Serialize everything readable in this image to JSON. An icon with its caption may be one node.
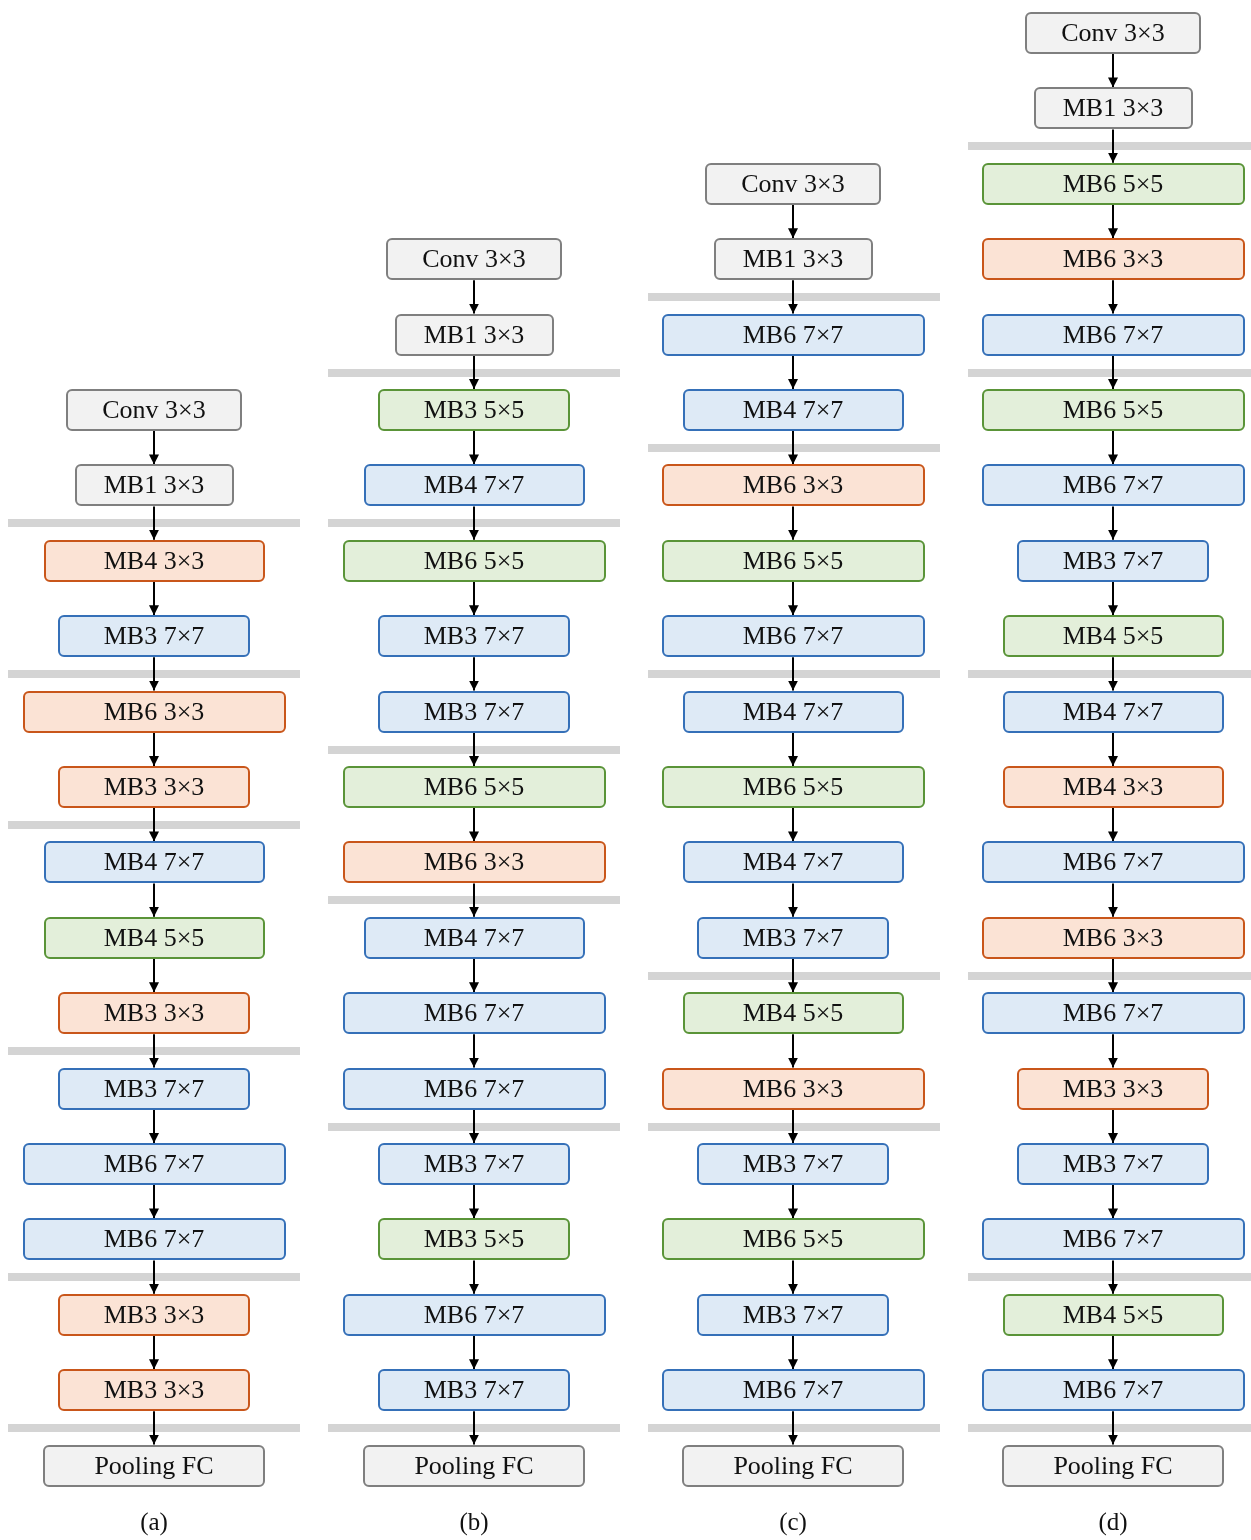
{
  "diagram": {
    "nodes": [
      {
        "text": [
          "Conv 3×3"
        ]
      },
      {
        "text": [
          "MB1 3×3"
        ]
      },
      {
        "text": [
          "MB4 3×3"
        ]
      },
      {
        "text": [
          "MB3 7×7"
        ]
      },
      {
        "text": [
          "MB6 3×3"
        ]
      },
      {
        "text": [
          "MB3 3×3"
        ]
      },
      {
        "text": [
          "MB4 7×7"
        ]
      },
      {
        "text": [
          "MB4 5×5"
        ]
      },
      {
        "text": [
          "MB3 3×3"
        ]
      },
      {
        "text": [
          "MB3 7×7"
        ]
      },
      {
        "text": [
          "MB6 7×7"
        ]
      },
      {
        "text": [
          "MB6 7×7"
        ]
      },
      {
        "text": [
          "MB3 3×3"
        ]
      },
      {
        "text": [
          "MB3 3×3"
        ]
      },
      {
        "text": [
          "Pooling FC"
        ]
      },
      {
        "text": [
          "Conv 3×3"
        ]
      },
      {
        "text": [
          "MB1 3×3"
        ]
      },
      {
        "text": [
          "MB3 5×5"
        ]
      },
      {
        "text": [
          "MB4 7×7"
        ]
      },
      {
        "text": [
          "MB6 5×5"
        ]
      },
      {
        "text": [
          "MB3 7×7"
        ]
      },
      {
        "text": [
          "MB3 7×7"
        ]
      },
      {
        "text": [
          "MB6 5×5"
        ]
      },
      {
        "text": [
          "MB6 3×3"
        ]
      },
      {
        "text": [
          "MB4 7×7"
        ]
      },
      {
        "text": [
          "MB6 7×7"
        ]
      },
      {
        "text": [
          "MB6 7×7"
        ]
      },
      {
        "text": [
          "MB3 7×7"
        ]
      },
      {
        "text": [
          "MB3 5×5"
        ]
      },
      {
        "text": [
          "MB6 7×7"
        ]
      },
      {
        "text": [
          "MB3 7×7"
        ]
      },
      {
        "text": [
          "Pooling FC"
        ]
      },
      {
        "text": [
          "Conv 3×3"
        ]
      },
      {
        "text": [
          "MB1 3×3"
        ]
      },
      {
        "text": [
          "MB6 7×7"
        ]
      },
      {
        "text": [
          "MB4 7×7"
        ]
      },
      {
        "text": [
          "MB6 3×3"
        ]
      },
      {
        "text": [
          "MB6 5×5"
        ]
      },
      {
        "text": [
          "MB6 7×7"
        ]
      },
      {
        "text": [
          "MB4 7×7"
        ]
      },
      {
        "text": [
          "MB6 5×5"
        ]
      },
      {
        "text": [
          "MB4 7×7"
        ]
      },
      {
        "text": [
          "MB3 7×7"
        ]
      },
      {
        "text": [
          "MB4 5×5"
        ]
      },
      {
        "text": [
          "MB6 3×3"
        ]
      },
      {
        "text": [
          "MB3 7×7"
        ]
      },
      {
        "text": [
          "MB6 5×5"
        ]
      },
      {
        "text": [
          "MB3 7×7"
        ]
      },
      {
        "text": [
          "MB6 7×7"
        ]
      },
      {
        "text": [
          "Pooling FC"
        ]
      },
      {
        "text": [
          "Conv 3×3"
        ]
      },
      {
        "text": [
          "MB1 3×3"
        ]
      },
      {
        "text": [
          "MB6 5×5"
        ]
      },
      {
        "text": [
          "MB6 3×3"
        ]
      },
      {
        "text": [
          "MB6 7×7"
        ]
      },
      {
        "text": [
          "MB6 5×5"
        ]
      },
      {
        "text": [
          "MB6 7×7"
        ]
      },
      {
        "text": [
          "MB3 7×7"
        ]
      },
      {
        "text": [
          "MB4 5×5"
        ]
      },
      {
        "text": [
          "MB4 7×7"
        ]
      },
      {
        "text": [
          "MB4 3×3"
        ]
      },
      {
        "text": [
          "MB6 7×7"
        ]
      },
      {
        "text": [
          "MB6 3×3"
        ]
      },
      {
        "text": [
          "MB6 7×7"
        ]
      },
      {
        "text": [
          "MB3 3×3"
        ]
      },
      {
        "text": [
          "MB3 7×7"
        ]
      },
      {
        "text": [
          "MB6 7×7"
        ]
      },
      {
        "text": [
          "MB4 5×5"
        ]
      },
      {
        "text": [
          "MB6 7×7"
        ]
      },
      {
        "text": [
          "Pooling FC"
        ]
      }
    ],
    "edges": [
      {
        "from": 0,
        "to": 1,
        "arrow": "to"
      },
      {
        "from": 1,
        "to": 2,
        "arrow": "to"
      },
      {
        "from": 2,
        "to": 3,
        "arrow": "to"
      },
      {
        "from": 3,
        "to": 4,
        "arrow": "to"
      },
      {
        "from": 4,
        "to": 5,
        "arrow": "to"
      },
      {
        "from": 5,
        "to": 6,
        "arrow": "to"
      },
      {
        "from": 6,
        "to": 7,
        "arrow": "to"
      },
      {
        "from": 7,
        "to": 8,
        "arrow": "to"
      },
      {
        "from": 8,
        "to": 9,
        "arrow": "to"
      },
      {
        "from": 9,
        "to": 10,
        "arrow": "to"
      },
      {
        "from": 10,
        "to": 11,
        "arrow": "to"
      },
      {
        "from": 11,
        "to": 12,
        "arrow": "to"
      },
      {
        "from": 12,
        "to": 13,
        "arrow": "to"
      },
      {
        "from": 13,
        "to": 14,
        "arrow": "to"
      },
      {
        "from": 15,
        "to": 16,
        "arrow": "to"
      },
      {
        "from": 16,
        "to": 17,
        "arrow": "to"
      },
      {
        "from": 17,
        "to": 18,
        "arrow": "to"
      },
      {
        "from": 18,
        "to": 19,
        "arrow": "to"
      },
      {
        "from": 19,
        "to": 20,
        "arrow": "to"
      },
      {
        "from": 20,
        "to": 21,
        "arrow": "to"
      },
      {
        "from": 21,
        "to": 22,
        "arrow": "to"
      },
      {
        "from": 22,
        "to": 23,
        "arrow": "to"
      },
      {
        "from": 23,
        "to": 24,
        "arrow": "to"
      },
      {
        "from": 24,
        "to": 25,
        "arrow": "to"
      },
      {
        "from": 25,
        "to": 26,
        "arrow": "to"
      },
      {
        "from": 26,
        "to": 27,
        "arrow": "to"
      },
      {
        "from": 27,
        "to": 28,
        "arrow": "to"
      },
      {
        "from": 28,
        "to": 29,
        "arrow": "to"
      },
      {
        "from": 29,
        "to": 30,
        "arrow": "to"
      },
      {
        "from": 30,
        "to": 31,
        "arrow": "to"
      },
      {
        "from": 32,
        "to": 33,
        "arrow": "to"
      },
      {
        "from": 33,
        "to": 34,
        "arrow": "to"
      },
      {
        "from": 34,
        "to": 35,
        "arrow": "to"
      },
      {
        "from": 35,
        "to": 36,
        "arrow": "to"
      },
      {
        "from": 36,
        "to": 37,
        "arrow": "to"
      },
      {
        "from": 37,
        "to": 38,
        "arrow": "to"
      },
      {
        "from": 38,
        "to": 39,
        "arrow": "to"
      },
      {
        "from": 39,
        "to": 40,
        "arrow": "to"
      },
      {
        "from": 40,
        "to": 41,
        "arrow": "to"
      },
      {
        "from": 41,
        "to": 42,
        "arrow": "to"
      },
      {
        "from": 42,
        "to": 43,
        "arrow": "to"
      },
      {
        "from": 43,
        "to": 44,
        "arrow": "to"
      },
      {
        "from": 44,
        "to": 45,
        "arrow": "to"
      },
      {
        "from": 45,
        "to": 46,
        "arrow": "to"
      },
      {
        "from": 46,
        "to": 47,
        "arrow": "to"
      },
      {
        "from": 47,
        "to": 48,
        "arrow": "to"
      },
      {
        "from": 48,
        "to": 49,
        "arrow": "to"
      },
      {
        "from": 50,
        "to": 51,
        "arrow": "to"
      },
      {
        "from": 51,
        "to": 52,
        "arrow": "to"
      },
      {
        "from": 52,
        "to": 53,
        "arrow": "to"
      },
      {
        "from": 53,
        "to": 54,
        "arrow": "to"
      },
      {
        "from": 54,
        "to": 55,
        "arrow": "to"
      },
      {
        "from": 55,
        "to": 56,
        "arrow": "to"
      },
      {
        "from": 56,
        "to": 57,
        "arrow": "to"
      },
      {
        "from": 57,
        "to": 58,
        "arrow": "to"
      },
      {
        "from": 58,
        "to": 59,
        "arrow": "to"
      },
      {
        "from": 59,
        "to": 60,
        "arrow": "to"
      },
      {
        "from": 60,
        "to": 61,
        "arrow": "to"
      },
      {
        "from": 61,
        "to": 62,
        "arrow": "to"
      },
      {
        "from": 62,
        "to": 63,
        "arrow": "to"
      },
      {
        "from": 63,
        "to": 64,
        "arrow": "to"
      },
      {
        "from": 64,
        "to": 65,
        "arrow": "to"
      },
      {
        "from": 65,
        "to": 66,
        "arrow": "to"
      },
      {
        "from": 66,
        "to": 67,
        "arrow": "to"
      },
      {
        "from": 67,
        "to": 68,
        "arrow": "to"
      },
      {
        "from": 68,
        "to": 69,
        "arrow": "to"
      }
    ],
    "labels": [
      "(a)",
      "(b)",
      "(c)",
      "(d)"
    ]
  }
}
